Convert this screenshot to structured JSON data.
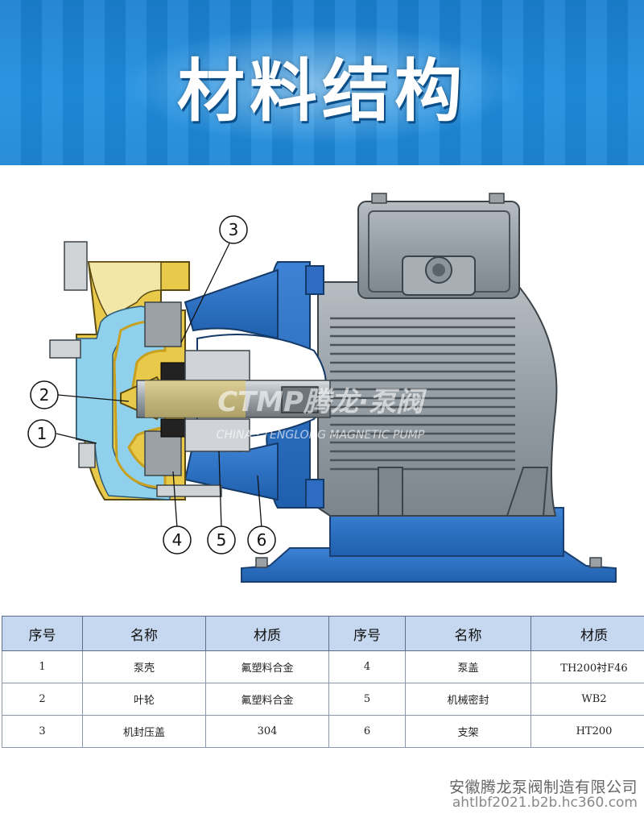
{
  "banner": {
    "title": "材料结构"
  },
  "diagram": {
    "callouts": [
      "1",
      "2",
      "3",
      "4",
      "5",
      "6"
    ],
    "watermark": {
      "logo": "CTMP腾龙·泵阀",
      "subtitle": "CHINA · TENGLONG MAGNETIC PUMP"
    }
  },
  "table": {
    "headers": [
      "序号",
      "名称",
      "材质",
      "序号",
      "名称",
      "材质"
    ],
    "rows": [
      [
        "1",
        "泵壳",
        "氟塑料合金",
        "4",
        "泵盖",
        "TH200衬F46"
      ],
      [
        "2",
        "叶轮",
        "氟塑料合金",
        "5",
        "机械密封",
        "WB2"
      ],
      [
        "3",
        "机封压盖",
        "304",
        "6",
        "支架",
        "HT200"
      ]
    ]
  },
  "footer": {
    "company": "安徽腾龙泵阀制造有限公司",
    "url": "ahtlbf2021.b2b.hc360.com"
  },
  "colors": {
    "banner": "#1e8ee0",
    "casing": "#e8c94a",
    "liner": "#8fd0ec",
    "flange": "#2b6fc0",
    "motor": "#8c959c"
  }
}
